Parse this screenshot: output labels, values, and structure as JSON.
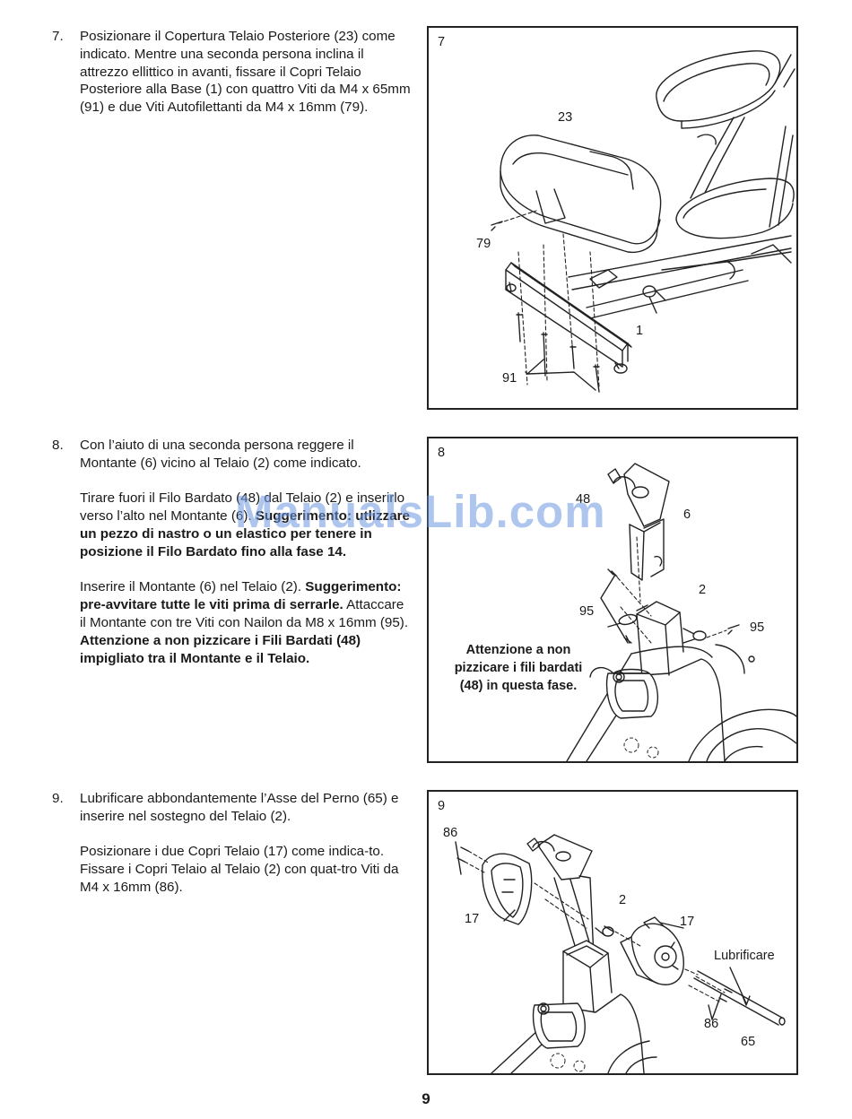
{
  "steps": [
    {
      "number": "7.",
      "paragraphs": [
        "Posizionare il Copertura Telaio Posteriore (23) come indicato. Mentre una seconda persona inclina il attrezzo ellittico in avanti, fissare il Copri Telaio Posteriore alla Base (1) con quattro Viti da M4 x 65mm (91) e due Viti Autofilettanti da M4 x 16mm (79)."
      ]
    },
    {
      "number": "8.",
      "p1": "Con l’aiuto di una seconda persona reggere il Montante (6) vicino al Telaio (2) come indicato.",
      "p2_text": "Tirare fuori il Filo Bardato (48) dal Telaio (2) e inserirlo verso l’alto nel Montante (6).",
      "p2_bold": "Suggerimento: utlizzare un pezzo di nastro o un elastico per tenere in posizione il Filo Bardato fino alla fase 14.",
      "p3_text": "Inserire il Montante (6) nel Telaio (2).",
      "p3_bold1": "Suggerimento: pre-avvitare tutte le viti prima di serrarle.",
      "p3_text2": "Attaccare il Montante con tre Viti con Nailon da M8 x 16mm (95).",
      "p3_bold2": "Attenzione a non pizzicare i Fili Bardati (48) impigliato tra il Montante e il Telaio."
    },
    {
      "number": "9.",
      "paragraphs": [
        "Lubrificare abbondantemente l’Asse del Perno (65) e inserire nel sostegno del Telaio (2).",
        "Posizionare i due Copri Telaio (17) come indica-to. Fissare i Copri Telaio al Telaio (2) con quat-tro Viti da M4 x 16mm (86)."
      ]
    }
  ],
  "figures": {
    "fig7": {
      "number": "7",
      "labels": [
        "23",
        "79",
        "1",
        "91"
      ]
    },
    "fig8": {
      "number": "8",
      "labels": [
        "48",
        "6",
        "2",
        "95",
        "95"
      ],
      "caution": "Attenzione a non pizzicare i fili bardati (48) in questa fase."
    },
    "fig9": {
      "number": "9",
      "labels": [
        "86",
        "2",
        "17",
        "17",
        "Lubrificare",
        "86",
        "65"
      ]
    }
  },
  "page_number": "9",
  "watermark": "ManualsLib.com"
}
